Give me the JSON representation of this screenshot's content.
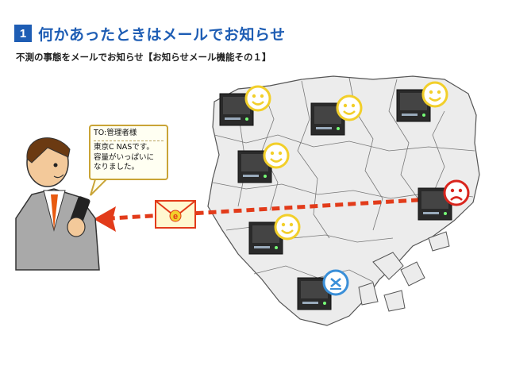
{
  "heading": {
    "number": "1",
    "title": "何かあったときはメールでお知らせ"
  },
  "subtitle": "不測の事態をメールでお知らせ【お知らせメール機能その１】",
  "bubble": {
    "to": "TO:管理者様",
    "lines": [
      "東京C NASです。",
      "容量がいっぱいに",
      "なりました。"
    ]
  },
  "envelope_letter": "e",
  "colors": {
    "accent": "#1e5db4",
    "arrow": "#e23b1a",
    "happy": "#f2cf2a",
    "sad": "#d9251d",
    "neutral": "#3a8fd8"
  },
  "servers": [
    {
      "name": "server-top-left",
      "status": "happy"
    },
    {
      "name": "server-top-center",
      "status": "happy"
    },
    {
      "name": "server-top-right",
      "status": "happy"
    },
    {
      "name": "server-middle-left",
      "status": "happy"
    },
    {
      "name": "server-right-alert",
      "status": "sad"
    },
    {
      "name": "server-lower-center",
      "status": "happy"
    },
    {
      "name": "server-bottom",
      "status": "neutral"
    }
  ]
}
